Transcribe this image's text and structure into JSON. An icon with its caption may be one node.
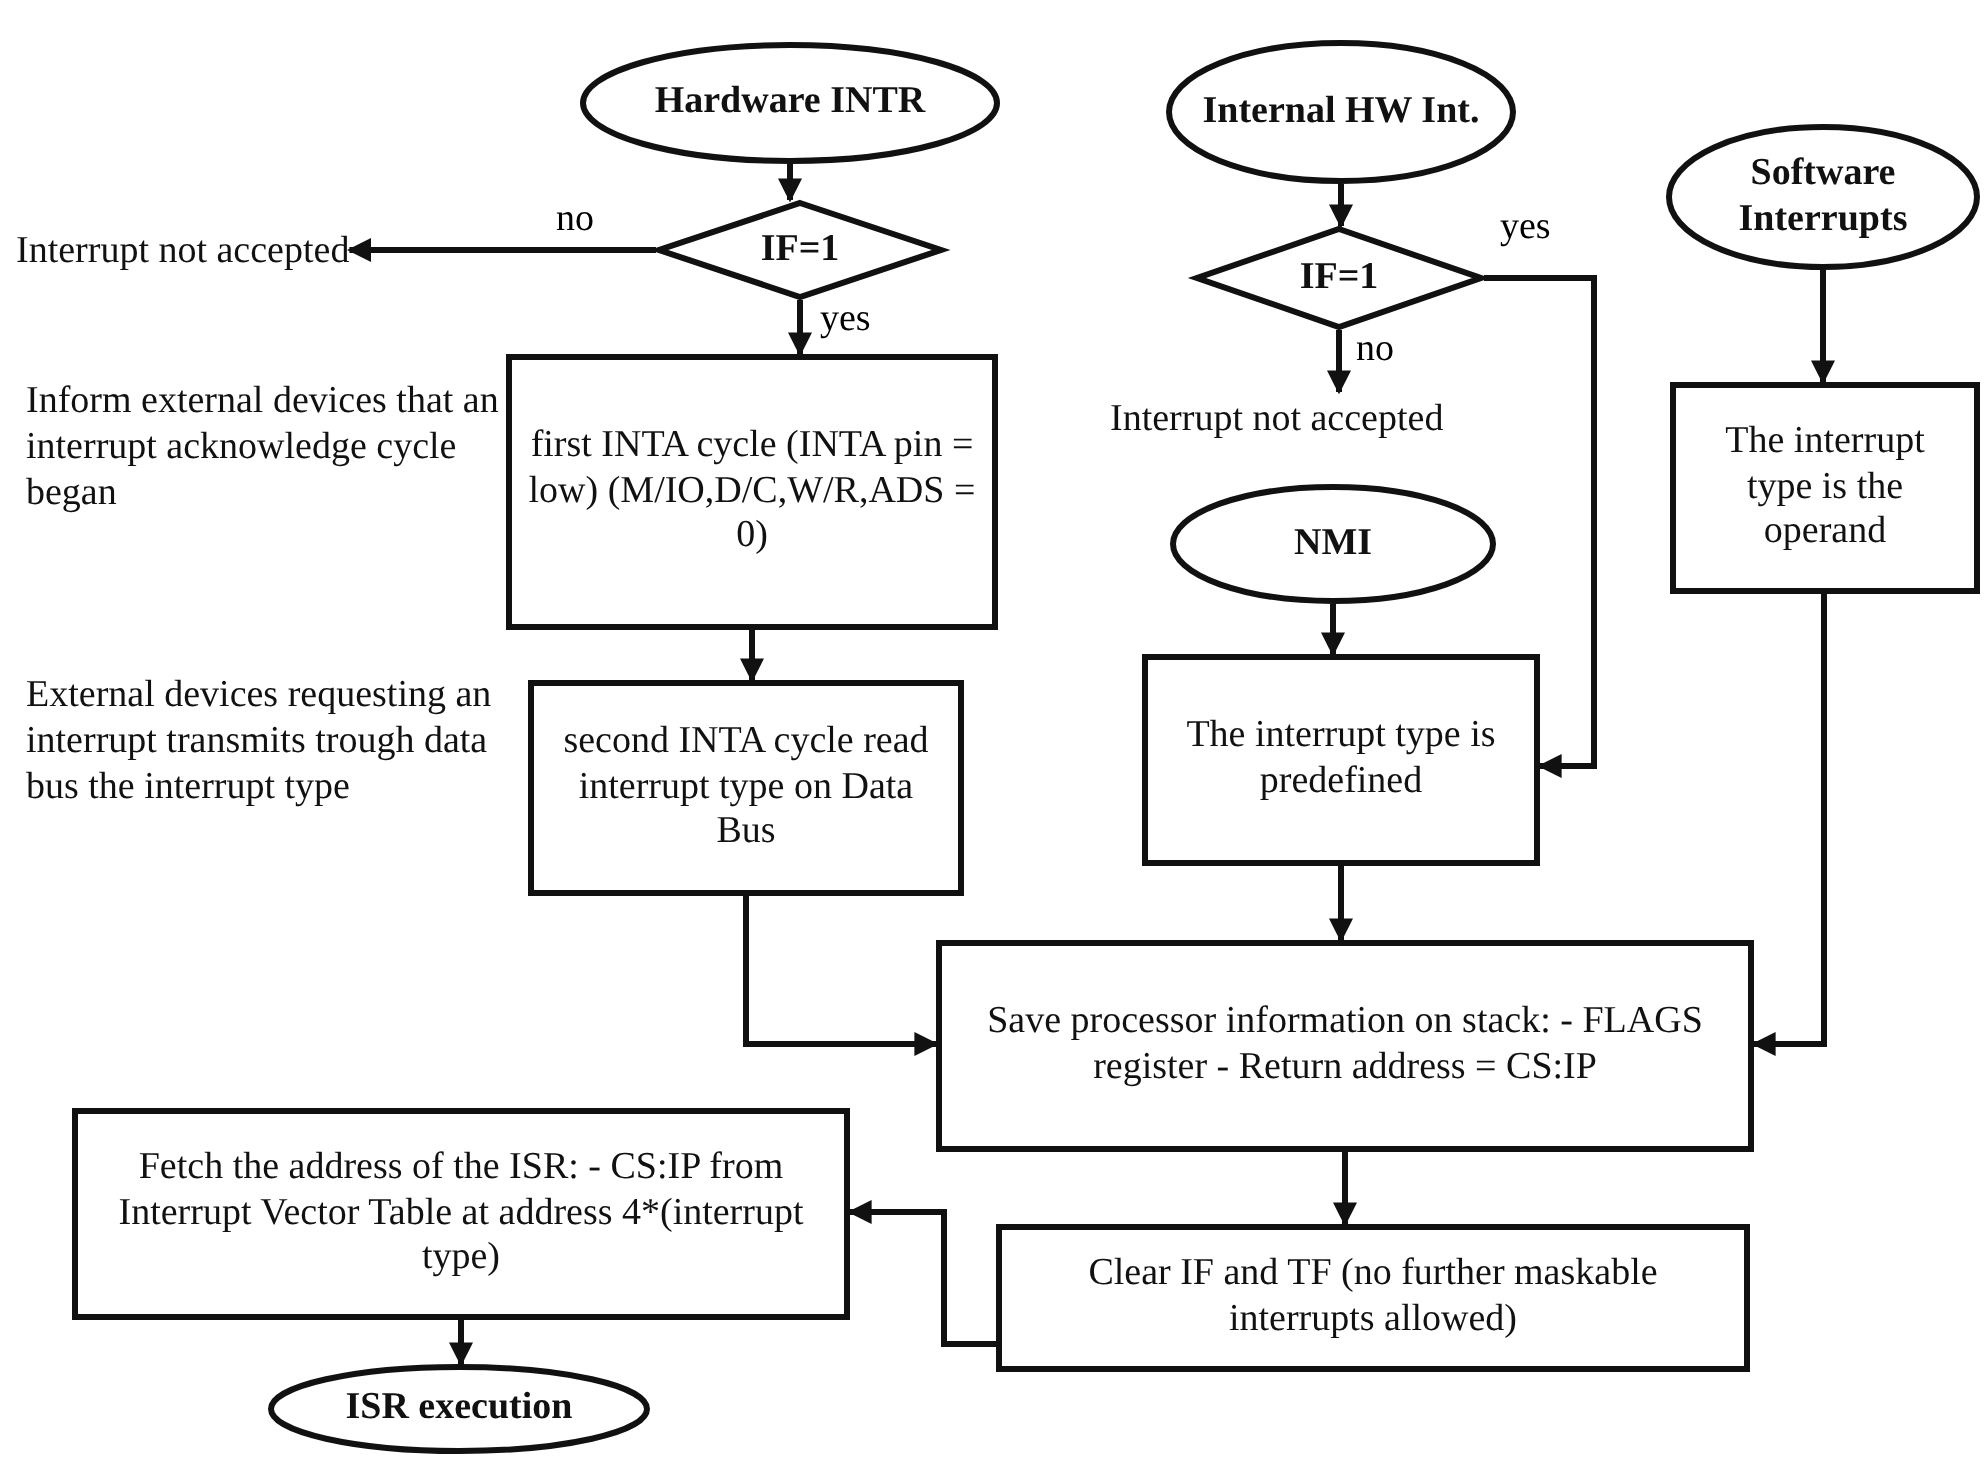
{
  "diagram": {
    "nodes": [
      {
        "text": [
          "Hardware INTR"
        ]
      },
      {
        "text": [
          "IF=1"
        ]
      },
      {
        "text": [
          "Interrupt not accepted"
        ]
      },
      {
        "text": [
          "first INTA cycle (INTA pin = low) (M/IO,D/C,W/R,ADS = 0)"
        ],
        "beside": [
          "Inform external devices that an interrupt acknowledge cycle began"
        ]
      },
      {
        "text": [
          "second INTA cycle read interrupt type on Data Bus"
        ],
        "beside": [
          "External devices requesting an interrupt transmits trough data bus the interrupt type"
        ]
      },
      {
        "text": [
          "Internal HW Int."
        ]
      },
      {
        "text": [
          "IF=1"
        ]
      },
      {
        "text": [
          "Interrupt not accepted"
        ]
      },
      {
        "text": [
          "NMI"
        ]
      },
      {
        "text": [
          "The interrupt type is predefined"
        ]
      },
      {
        "text": [
          "Software Interrupts"
        ]
      },
      {
        "text": [
          "The interrupt type is the operand"
        ]
      },
      {
        "text": [
          "Save processor information on stack: - FLAGS register - Return address = CS:IP"
        ]
      },
      {
        "text": [
          "Clear IF and TF (no further maskable interrupts allowed)"
        ]
      },
      {
        "text": [
          "Fetch the address of the ISR: - CS:IP from Interrupt Vector Table at address 4*(interrupt type)"
        ]
      },
      {
        "text": [
          "ISR execution"
        ]
      }
    ],
    "edges": [
      {
        "from": 0,
        "to": 1,
        "arrow": "to"
      },
      {
        "from": 1,
        "to": 2,
        "arrow": "to",
        "label": "no"
      },
      {
        "from": 1,
        "to": 3,
        "arrow": "to",
        "label": "yes"
      },
      {
        "from": 3,
        "to": 4,
        "arrow": "to"
      },
      {
        "from": 4,
        "to": 12,
        "arrow": "to"
      },
      {
        "from": 5,
        "to": 6,
        "arrow": "to"
      },
      {
        "from": 6,
        "to": 7,
        "arrow": "to",
        "label": "no"
      },
      {
        "from": 6,
        "to": 9,
        "arrow": "to",
        "label": "yes"
      },
      {
        "from": 8,
        "to": 9,
        "arrow": "to"
      },
      {
        "from": 9,
        "to": 12,
        "arrow": "to"
      },
      {
        "from": 10,
        "to": 11,
        "arrow": "to"
      },
      {
        "from": 11,
        "to": 12,
        "arrow": "to"
      },
      {
        "from": 12,
        "to": 13,
        "arrow": "to"
      },
      {
        "from": 13,
        "to": 14,
        "arrow": "to"
      },
      {
        "from": 14,
        "to": 15,
        "arrow": "to"
      }
    ]
  }
}
